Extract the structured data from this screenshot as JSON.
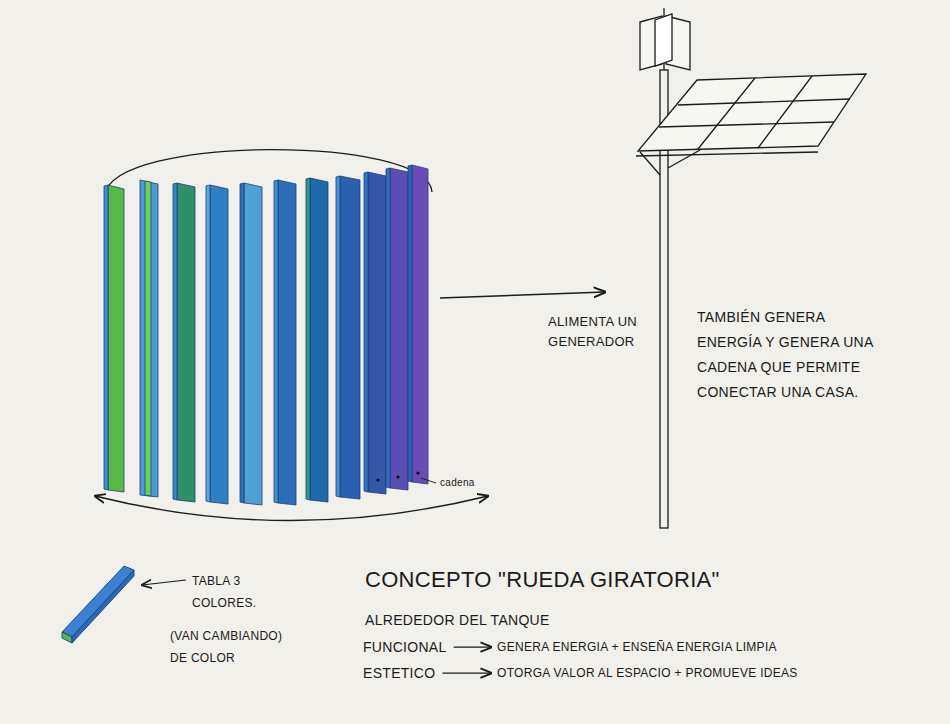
{
  "diagram": {
    "title": "CONCEPTO \"RUEDA GIRATORIA\"",
    "labels": [
      "ALIMENTA UN GENERADOR",
      "TAMBIÉN GENERA ENERGÍA Y GENERA UNA CADENA QUE PERMITE CONECTAR UNA CASA.",
      "cadena",
      "TABLA 3 COLORES.",
      "(VAN CAMBIANDO) DE COLOR",
      "ALREDEDOR DEL TANQUE",
      "FUNCIONAL",
      "GENERA ENERGIA + ENSEÑA ENERGIA LIMPIA",
      "ESTETICO",
      "OTORGA VALOR AL ESPACIO + PROMUEVE IDEAS"
    ]
  }
}
